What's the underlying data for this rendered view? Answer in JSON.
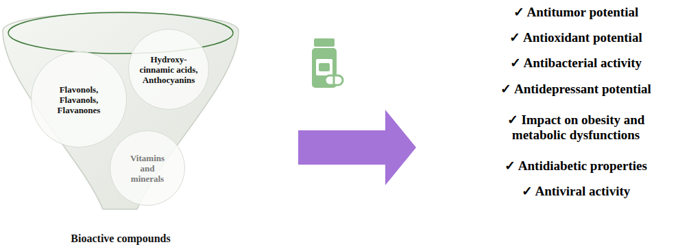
{
  "diagram": {
    "nodes": [
      {
        "text": [
          "Bioactive compounds"
        ]
      },
      {
        "text": [
          "Flavonols, Flavanols, Flavanones"
        ],
        "in": 0
      },
      {
        "text": [
          "Hydroxy-cinnamic acids, Anthocyanins"
        ],
        "in": 0
      },
      {
        "text": [
          "Vitamins and minerals"
        ],
        "in": 0
      }
    ],
    "labels": [
      "✓ Antitumor potential",
      "✓ Antioxidant potential",
      "✓ Antibacterial activity",
      "✓ Antidepressant potential",
      "✓ Impact on obesity and metabolic dysfunctions",
      "✓ Antidiabetic properties",
      "✓ Antiviral activity"
    ]
  }
}
